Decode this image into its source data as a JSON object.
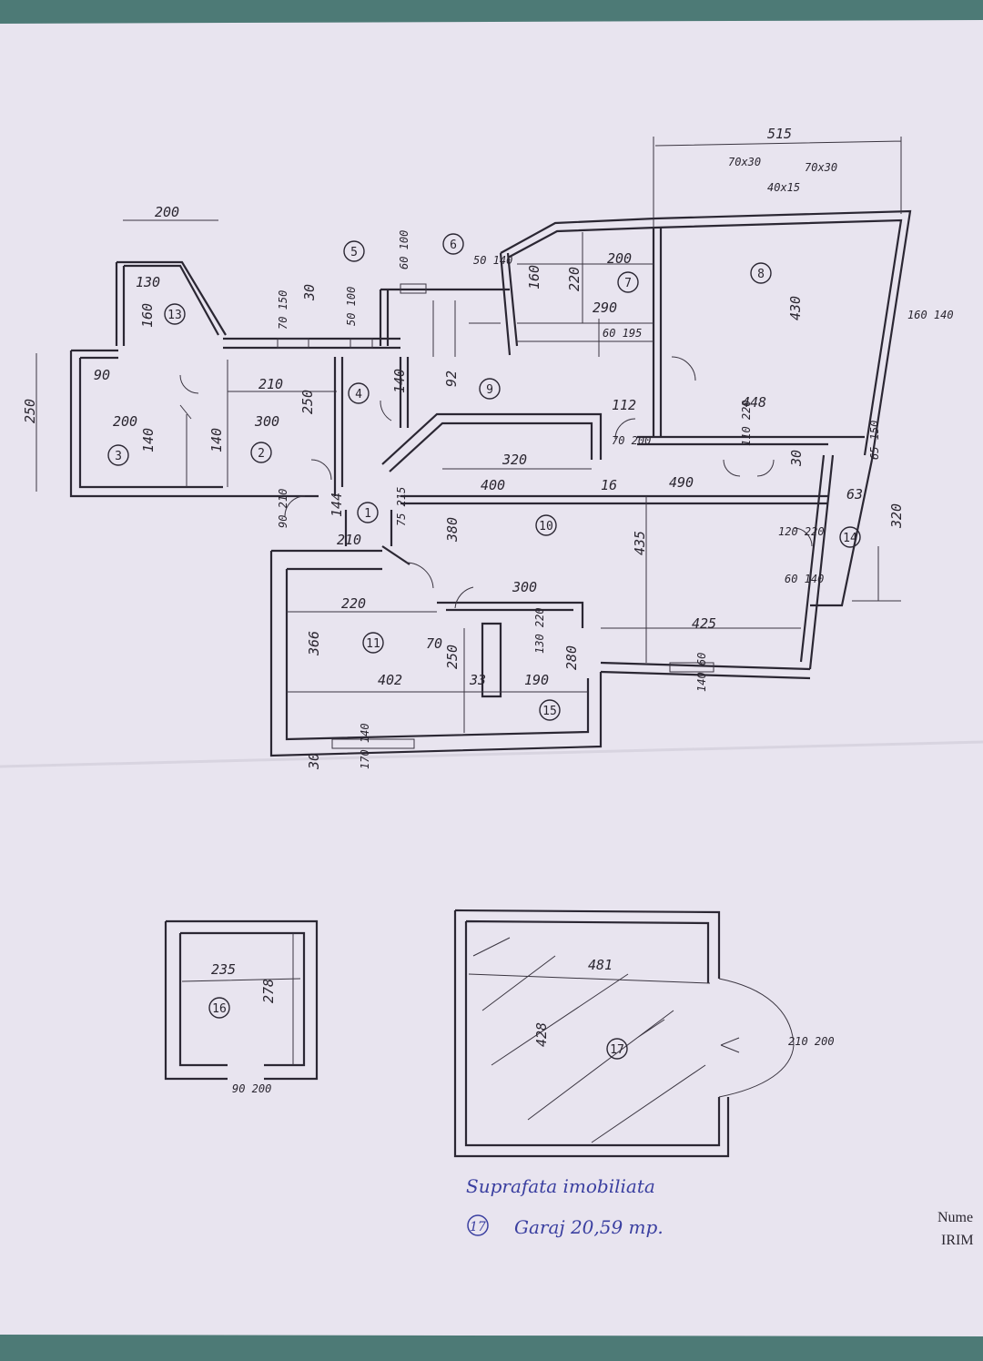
{
  "colors": {
    "paper": "#e8e4ef",
    "ink": "#2b2733",
    "handwriting": "#3a3fa0",
    "frame": "#4d7a76"
  },
  "plan": {
    "room_numbers": [
      "1",
      "2",
      "3",
      "4",
      "5",
      "6",
      "7",
      "8",
      "9",
      "10",
      "11",
      "13",
      "14",
      "15",
      "16",
      "17"
    ],
    "dimensions": {
      "d200_top": "200",
      "d515": "515",
      "d70x30a": "70x30",
      "d70x30b": "70x30",
      "d40x15": "40x15",
      "d250": "250",
      "d90": "90",
      "d200_r3": "200",
      "d140_r3": "140",
      "d210_r2": "210",
      "d300_r2": "300",
      "d140_r2": "140",
      "d250_r2": "250",
      "d130": "130",
      "d160_r13": "160",
      "d70_150": "70 150",
      "d30": "30",
      "d50_100": "50 100",
      "d60_100": "60 100",
      "d50_140": "50 140",
      "d160_r6": "160",
      "d220_r7": "220",
      "d200_r7": "200",
      "d290": "290",
      "d60_195": "60 195",
      "d430": "430",
      "d160_140": "160 140",
      "d112": "112",
      "d448": "448",
      "d92": "92",
      "d140_c": "140",
      "d320_c": "320",
      "d400": "400",
      "d16": "16",
      "d490": "490",
      "d110_220": "110 220",
      "d70_200": "70 200",
      "d30_b": "30",
      "d65_150": "65 150",
      "d63": "63",
      "d320_r14": "320",
      "d120_220": "120 220",
      "d60_140": "60 140",
      "d144": "144",
      "d90_210": "90 210",
      "d75_215": "75 215",
      "d210_c": "210",
      "d380": "380",
      "d435": "435",
      "d300_c": "300",
      "d425": "425",
      "d220_r11": "220",
      "d366": "366",
      "d402": "402",
      "d70_r11": "70",
      "d250_r15": "250",
      "d33": "33",
      "d190": "190",
      "d280": "280",
      "d130_220": "130 220",
      "d140_60": "140 60",
      "d30_bot": "30",
      "d170_140": "170 140",
      "d235": "235",
      "d278": "278",
      "d90_200": "90 200",
      "d481": "481",
      "d428": "428",
      "d210_200": "210 200"
    }
  },
  "note": {
    "line1": "Suprafata imobiliata",
    "line2_num": "17",
    "line2_text": "Garaj 20,59 mp."
  },
  "stamp": {
    "line1": "Nume",
    "line2": "IRIM"
  }
}
